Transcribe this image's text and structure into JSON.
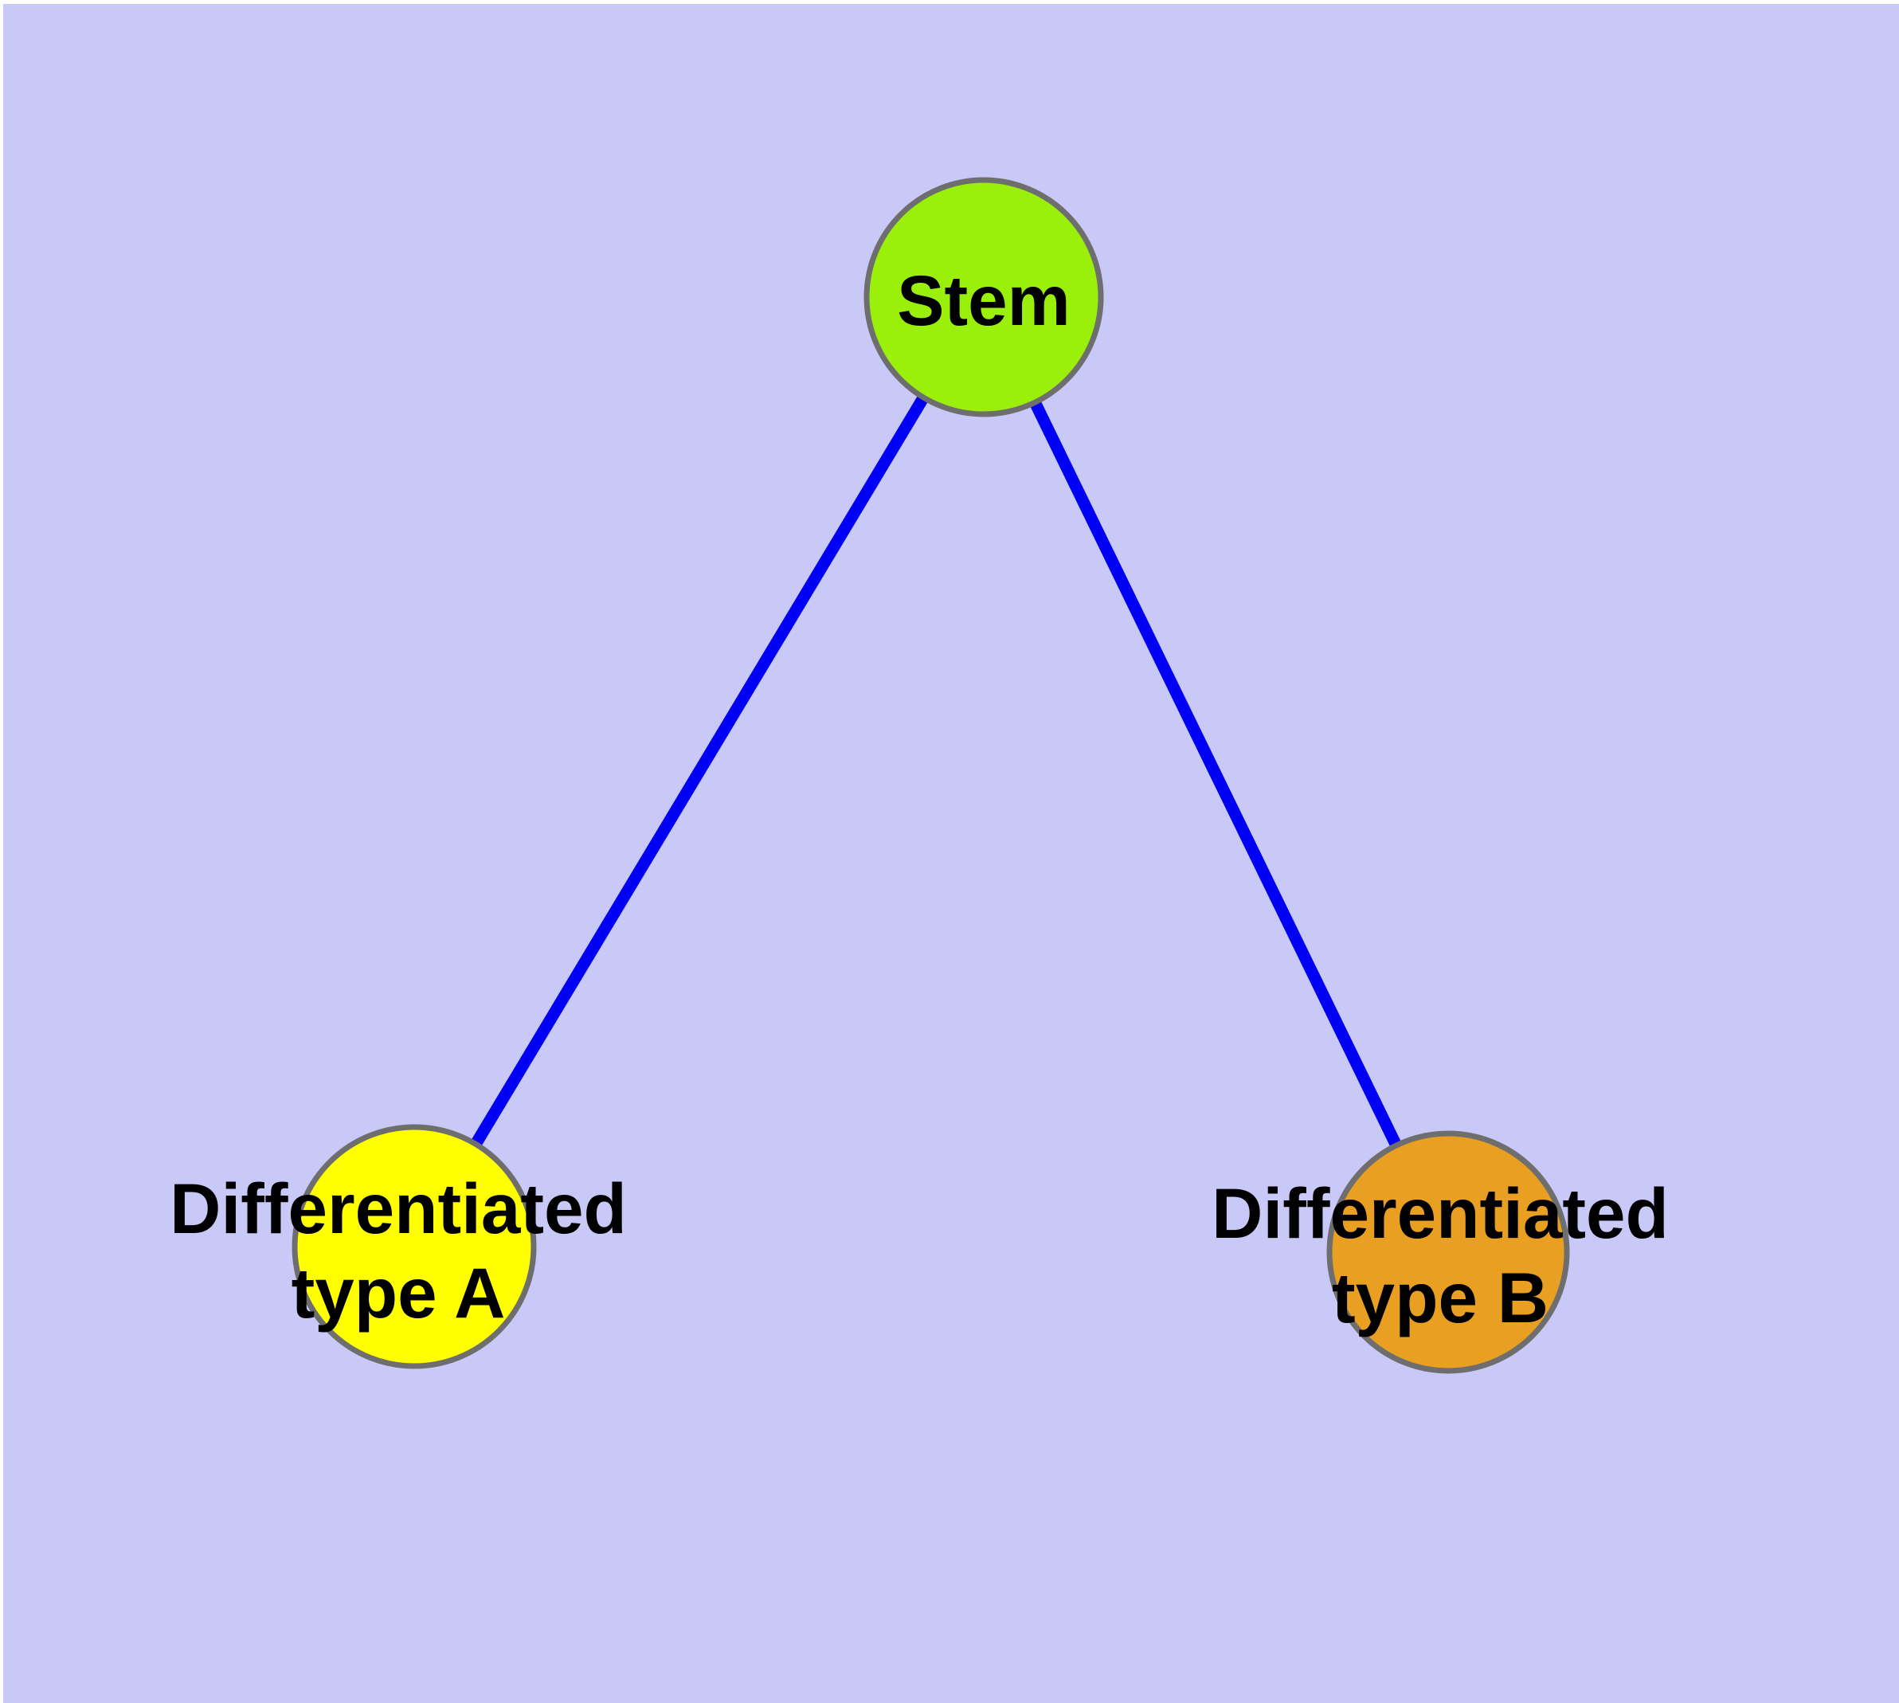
{
  "diagram": {
    "background_color": "#c9c9f8",
    "margin_color": "#ffffff",
    "edge_color": "#0000f5",
    "node_border_color": "#6e6e6e",
    "text_color": "#000000",
    "nodes": [
      {
        "id": "stem",
        "fill": "#9af00a",
        "lines": [
          "Stem"
        ]
      },
      {
        "id": "type-a",
        "fill": "#ffff00",
        "lines": [
          "Differentiated",
          "type A"
        ]
      },
      {
        "id": "type-b",
        "fill": "#e89f22",
        "lines": [
          "Differentiated",
          "type B"
        ]
      }
    ],
    "edges": [
      {
        "from": "Stem",
        "to": "Differentiated type A"
      },
      {
        "from": "Stem",
        "to": "Differentiated type B"
      }
    ]
  }
}
